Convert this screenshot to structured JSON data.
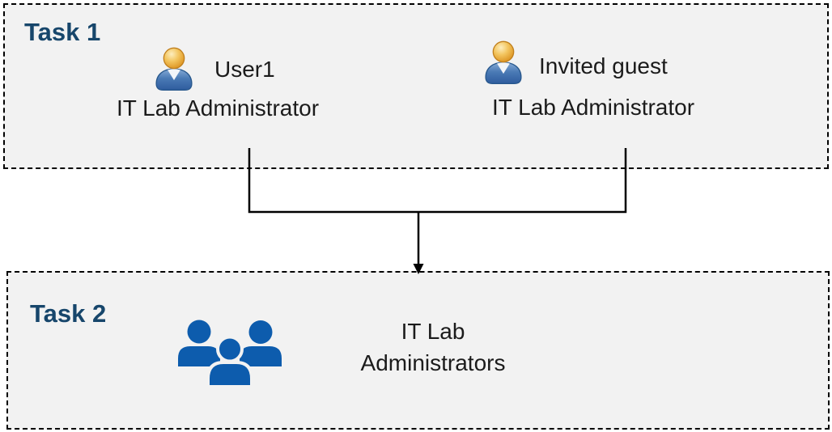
{
  "diagram": {
    "task1": {
      "label": "Task 1",
      "members": [
        {
          "name": "User1",
          "role": "IT Lab Administrator",
          "icon": "person-icon"
        },
        {
          "name": "Invited guest",
          "role": "IT Lab Administrator",
          "icon": "person-icon"
        }
      ]
    },
    "task2": {
      "label": "Task 2",
      "group": {
        "name": "IT Lab\nAdministrators",
        "icon": "people-group-icon"
      }
    },
    "connector": {
      "type": "merge-arrow",
      "from": [
        "User1",
        "Invited guest"
      ],
      "to": "IT Lab Administrators"
    },
    "colors": {
      "task_label_blue": "#17466b",
      "box_background": "#f2f2f2",
      "box_border": "#000000",
      "group_icon_blue": "#0d5cad",
      "person_head_gold": "#e8a33d",
      "person_body_blue": "#3a6ea8",
      "body_text": "#1b1b1b",
      "page_background": "#ffffff"
    }
  }
}
